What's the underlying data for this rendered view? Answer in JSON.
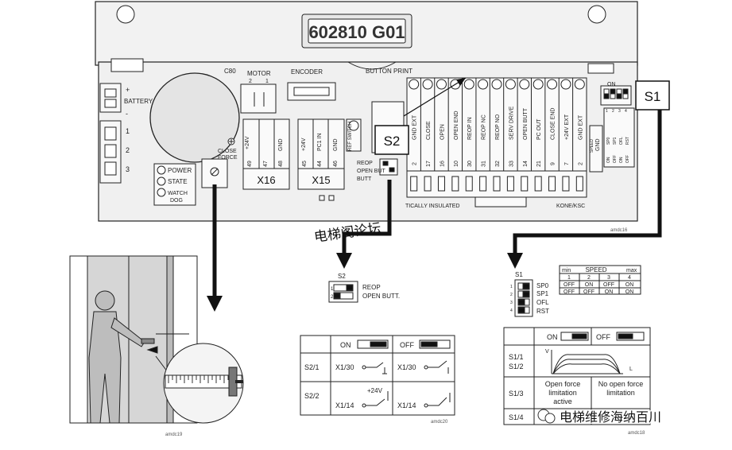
{
  "board": {
    "serial": "602810 G01",
    "c80": "C80",
    "motor": {
      "label": "MOTOR",
      "pins": [
        "2",
        "1"
      ]
    },
    "encoder": "ENCODER",
    "button_print": "BUTTON PRINT",
    "battery": {
      "label": "BATTERY",
      "plus": "+",
      "minus": "-"
    },
    "left_pins": [
      "1",
      "2",
      "3"
    ],
    "close_force": "CLOSE FORCE",
    "leds": [
      "POWER",
      "STATE",
      "WATCH DOG"
    ],
    "x16": {
      "name": "X16",
      "pins": [
        "49",
        "47",
        "48"
      ],
      "labels": [
        "+24V",
        "",
        "GND"
      ]
    },
    "x15": {
      "name": "X15",
      "pins": [
        "45",
        "44",
        "46"
      ],
      "labels": [
        "+24V",
        "PC1 IN",
        "GND"
      ]
    },
    "ref_switch": "REF SWITCH",
    "reop": "REOP",
    "open_but": "OPEN BUT",
    "butt": "BUTT",
    "term_pins": [
      "2",
      "17",
      "16",
      "10",
      "30",
      "31",
      "32",
      "33",
      "14",
      "21",
      "9",
      "7",
      "2"
    ],
    "term_labels": [
      "GND EXT",
      "CLOSE",
      "OPEN",
      "OPEN END",
      "REOP IN",
      "REOP NC",
      "REOP NO",
      "SERV DRIVE",
      "OPEN BUTT",
      "PC OUT",
      "CLOSE END",
      "+24V EXT",
      "GND EXT"
    ],
    "gnd": "GND",
    "galv": "TICALLY INSULATED",
    "brand": "KONE/KSC",
    "on": "ON",
    "dip_nums": [
      "1",
      "2",
      "3",
      "4"
    ],
    "speed_side": [
      "SPEED",
      "1",
      "2",
      "3",
      "4"
    ],
    "dip_cols": [
      "SP0",
      "SP1",
      "OFL",
      "RST"
    ],
    "on_off": [
      "ON",
      "OFF",
      "ON",
      "OFF"
    ],
    "ref": "amdc16"
  },
  "callouts": {
    "s1": "S1",
    "s2": "S2"
  },
  "watermarks": {
    "center": "电梯阁论坛",
    "bottom_right": "电梯维修海纳百川"
  },
  "s2_detail": {
    "title": "S2",
    "nums": [
      "1",
      "2"
    ],
    "labels": [
      "REOP",
      "OPEN BUTT."
    ]
  },
  "s1_detail": {
    "title": "S1",
    "nums": [
      "1",
      "2",
      "3",
      "4"
    ],
    "labels": [
      "SP0",
      "SP1",
      "OFL",
      "RST"
    ],
    "min": "min",
    "speed": "SPEED",
    "max": "max",
    "cols": [
      "1",
      "2",
      "3",
      "4"
    ],
    "sp0": [
      "OFF",
      "ON",
      "OFF",
      "ON"
    ],
    "sp1": [
      "OFF",
      "OFF",
      "ON",
      "ON"
    ]
  },
  "table_s2": {
    "on": "ON",
    "off": "OFF",
    "rows": [
      {
        "label": "S2/1",
        "on": "X1/30",
        "off": "X1/30"
      },
      {
        "label": "S2/2",
        "on": "X1/14",
        "off": "X1/14",
        "extra": "+24V"
      }
    ],
    "ref": "amdc20"
  },
  "table_s1": {
    "on": "ON",
    "off": "OFF",
    "rows": [
      "S1/1\nS1/2",
      "S1/3",
      "S1/4"
    ],
    "v": "V",
    "l": "L",
    "on_text": [
      "Open force",
      "limitation",
      "active"
    ],
    "off_text": [
      "No open force",
      "limitation"
    ],
    "ref": "amdc18"
  },
  "door_ref": "amdc19"
}
